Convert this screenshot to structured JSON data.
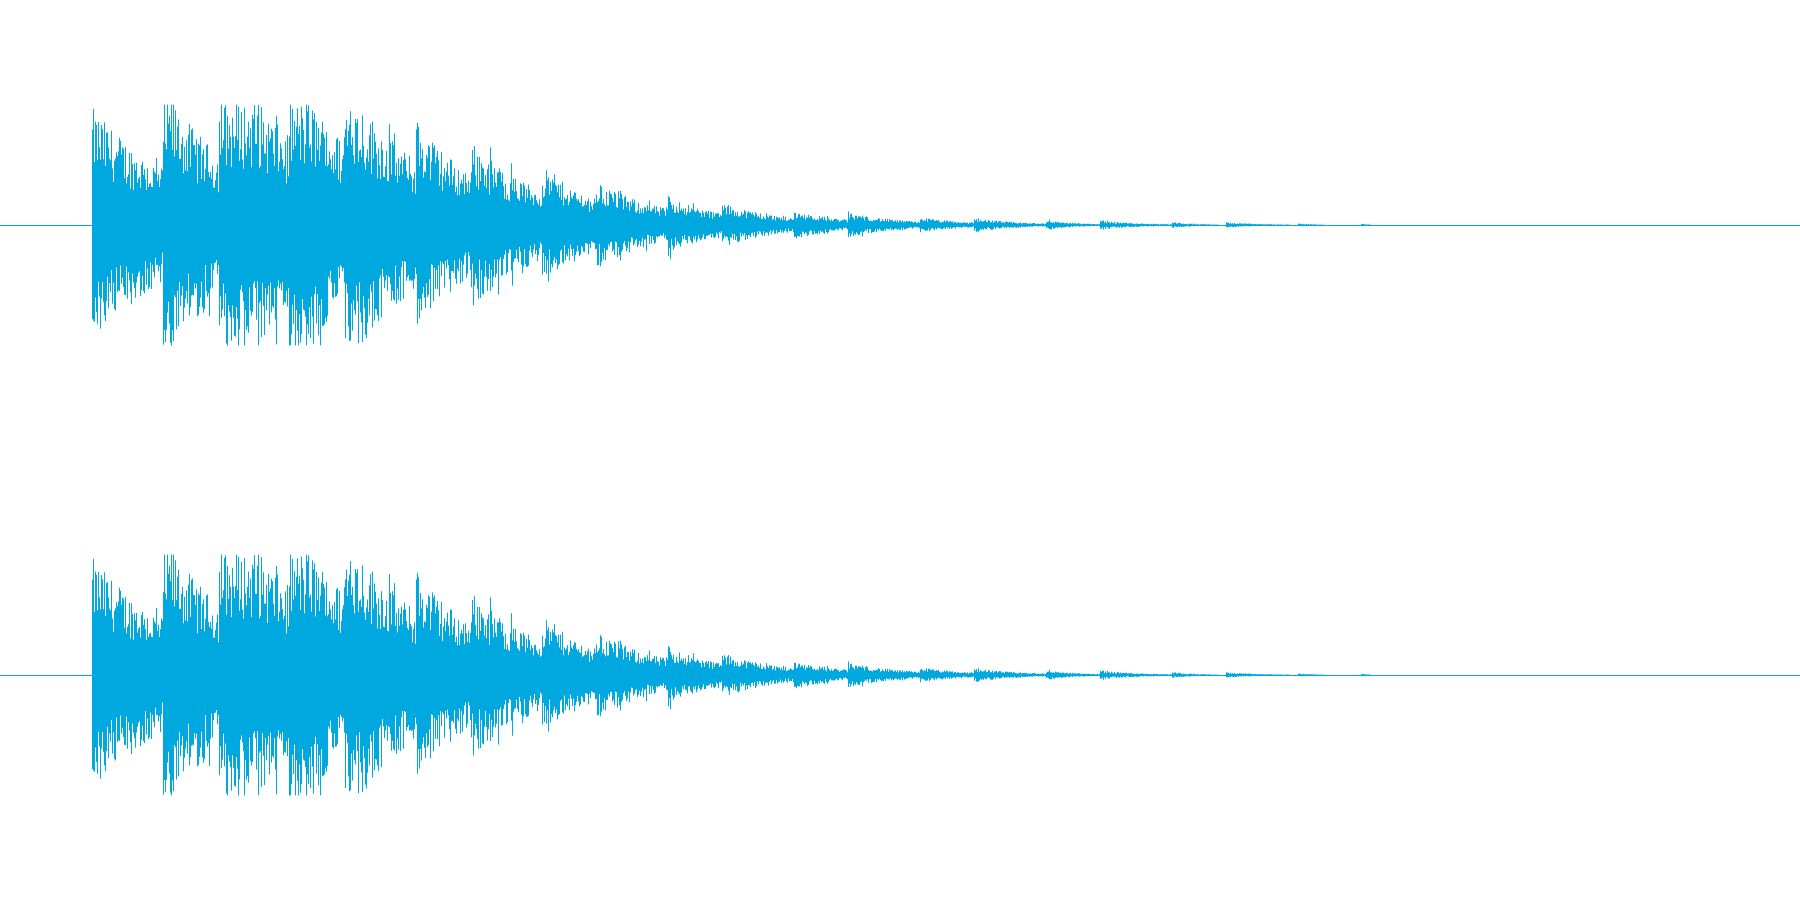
{
  "colors": {
    "background": "#ffffff",
    "waveform": "#00a8e0"
  },
  "channels": [
    {
      "name": "channel-1"
    },
    {
      "name": "channel-2"
    }
  ],
  "waveform": {
    "note": "",
    "onsets": [
      {
        "t": 0.051,
        "amp": 1.0,
        "decay": 0.055
      },
      {
        "t": 0.0905,
        "amp": 0.7,
        "decay": 0.04
      },
      {
        "t": 0.1215,
        "amp": 1.0,
        "decay": 0.055
      },
      {
        "t": 0.1605,
        "amp": 0.62,
        "decay": 0.04
      },
      {
        "t": 0.191,
        "amp": 0.55,
        "decay": 0.05
      },
      {
        "t": 0.231,
        "amp": 0.35,
        "decay": 0.035
      },
      {
        "t": 0.261,
        "amp": 0.28,
        "decay": 0.045
      },
      {
        "t": 0.301,
        "amp": 0.2,
        "decay": 0.03
      },
      {
        "t": 0.331,
        "amp": 0.15,
        "decay": 0.04
      },
      {
        "t": 0.371,
        "amp": 0.11,
        "decay": 0.025
      },
      {
        "t": 0.401,
        "amp": 0.09,
        "decay": 0.035
      },
      {
        "t": 0.441,
        "amp": 0.06,
        "decay": 0.025
      },
      {
        "t": 0.471,
        "amp": 0.06,
        "decay": 0.03
      },
      {
        "t": 0.511,
        "amp": 0.04,
        "decay": 0.02
      },
      {
        "t": 0.541,
        "amp": 0.04,
        "decay": 0.025
      },
      {
        "t": 0.581,
        "amp": 0.03,
        "decay": 0.015
      },
      {
        "t": 0.611,
        "amp": 0.03,
        "decay": 0.025
      },
      {
        "t": 0.651,
        "amp": 0.02,
        "decay": 0.01
      },
      {
        "t": 0.681,
        "amp": 0.02,
        "decay": 0.02
      },
      {
        "t": 0.721,
        "amp": 0.01,
        "decay": 0.01
      },
      {
        "t": 0.756,
        "amp": 0.01,
        "decay": 0.005
      }
    ]
  }
}
